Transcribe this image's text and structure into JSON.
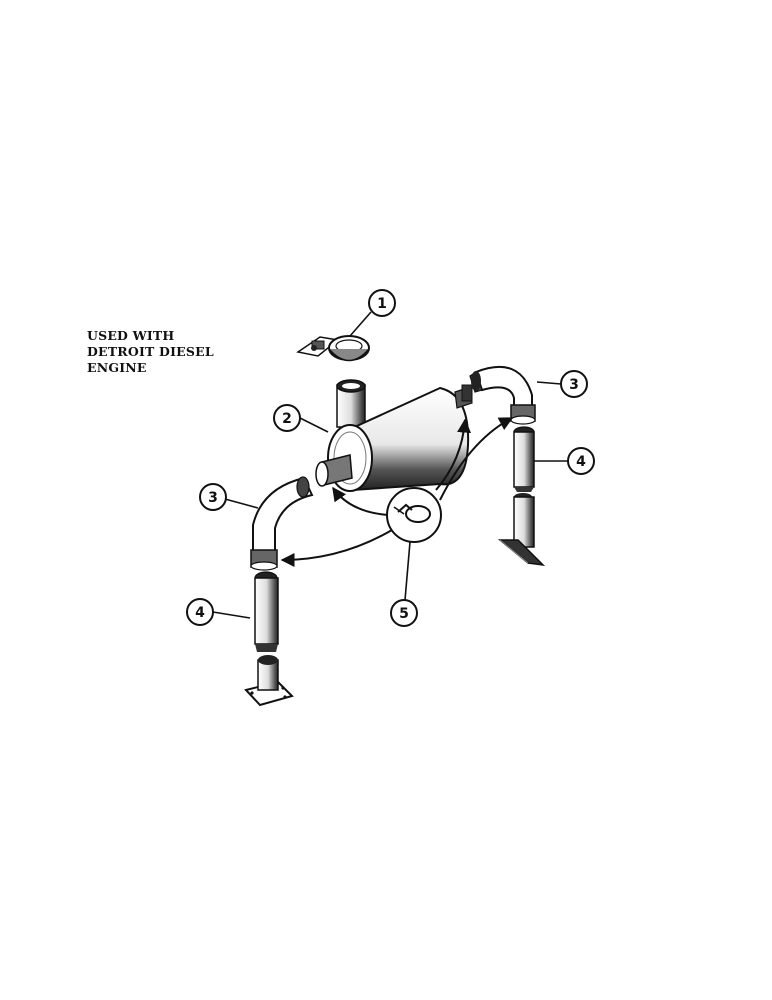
{
  "note": {
    "line1": "USED WITH",
    "line2": "DETROIT DIESEL",
    "line3": "ENGINE"
  },
  "callouts": {
    "c1": "1",
    "c2": "2",
    "c3_right": "3",
    "c3_left": "3",
    "c4_right": "4",
    "c4_left": "4",
    "c5": "5"
  },
  "icons": {
    "muffler": "muffler-icon",
    "rain_cap": "rain-cap-icon",
    "elbow": "elbow-pipe-icon",
    "straight_pipe": "straight-pipe-icon",
    "flange": "flange-icon",
    "clamp": "clamp-icon"
  }
}
